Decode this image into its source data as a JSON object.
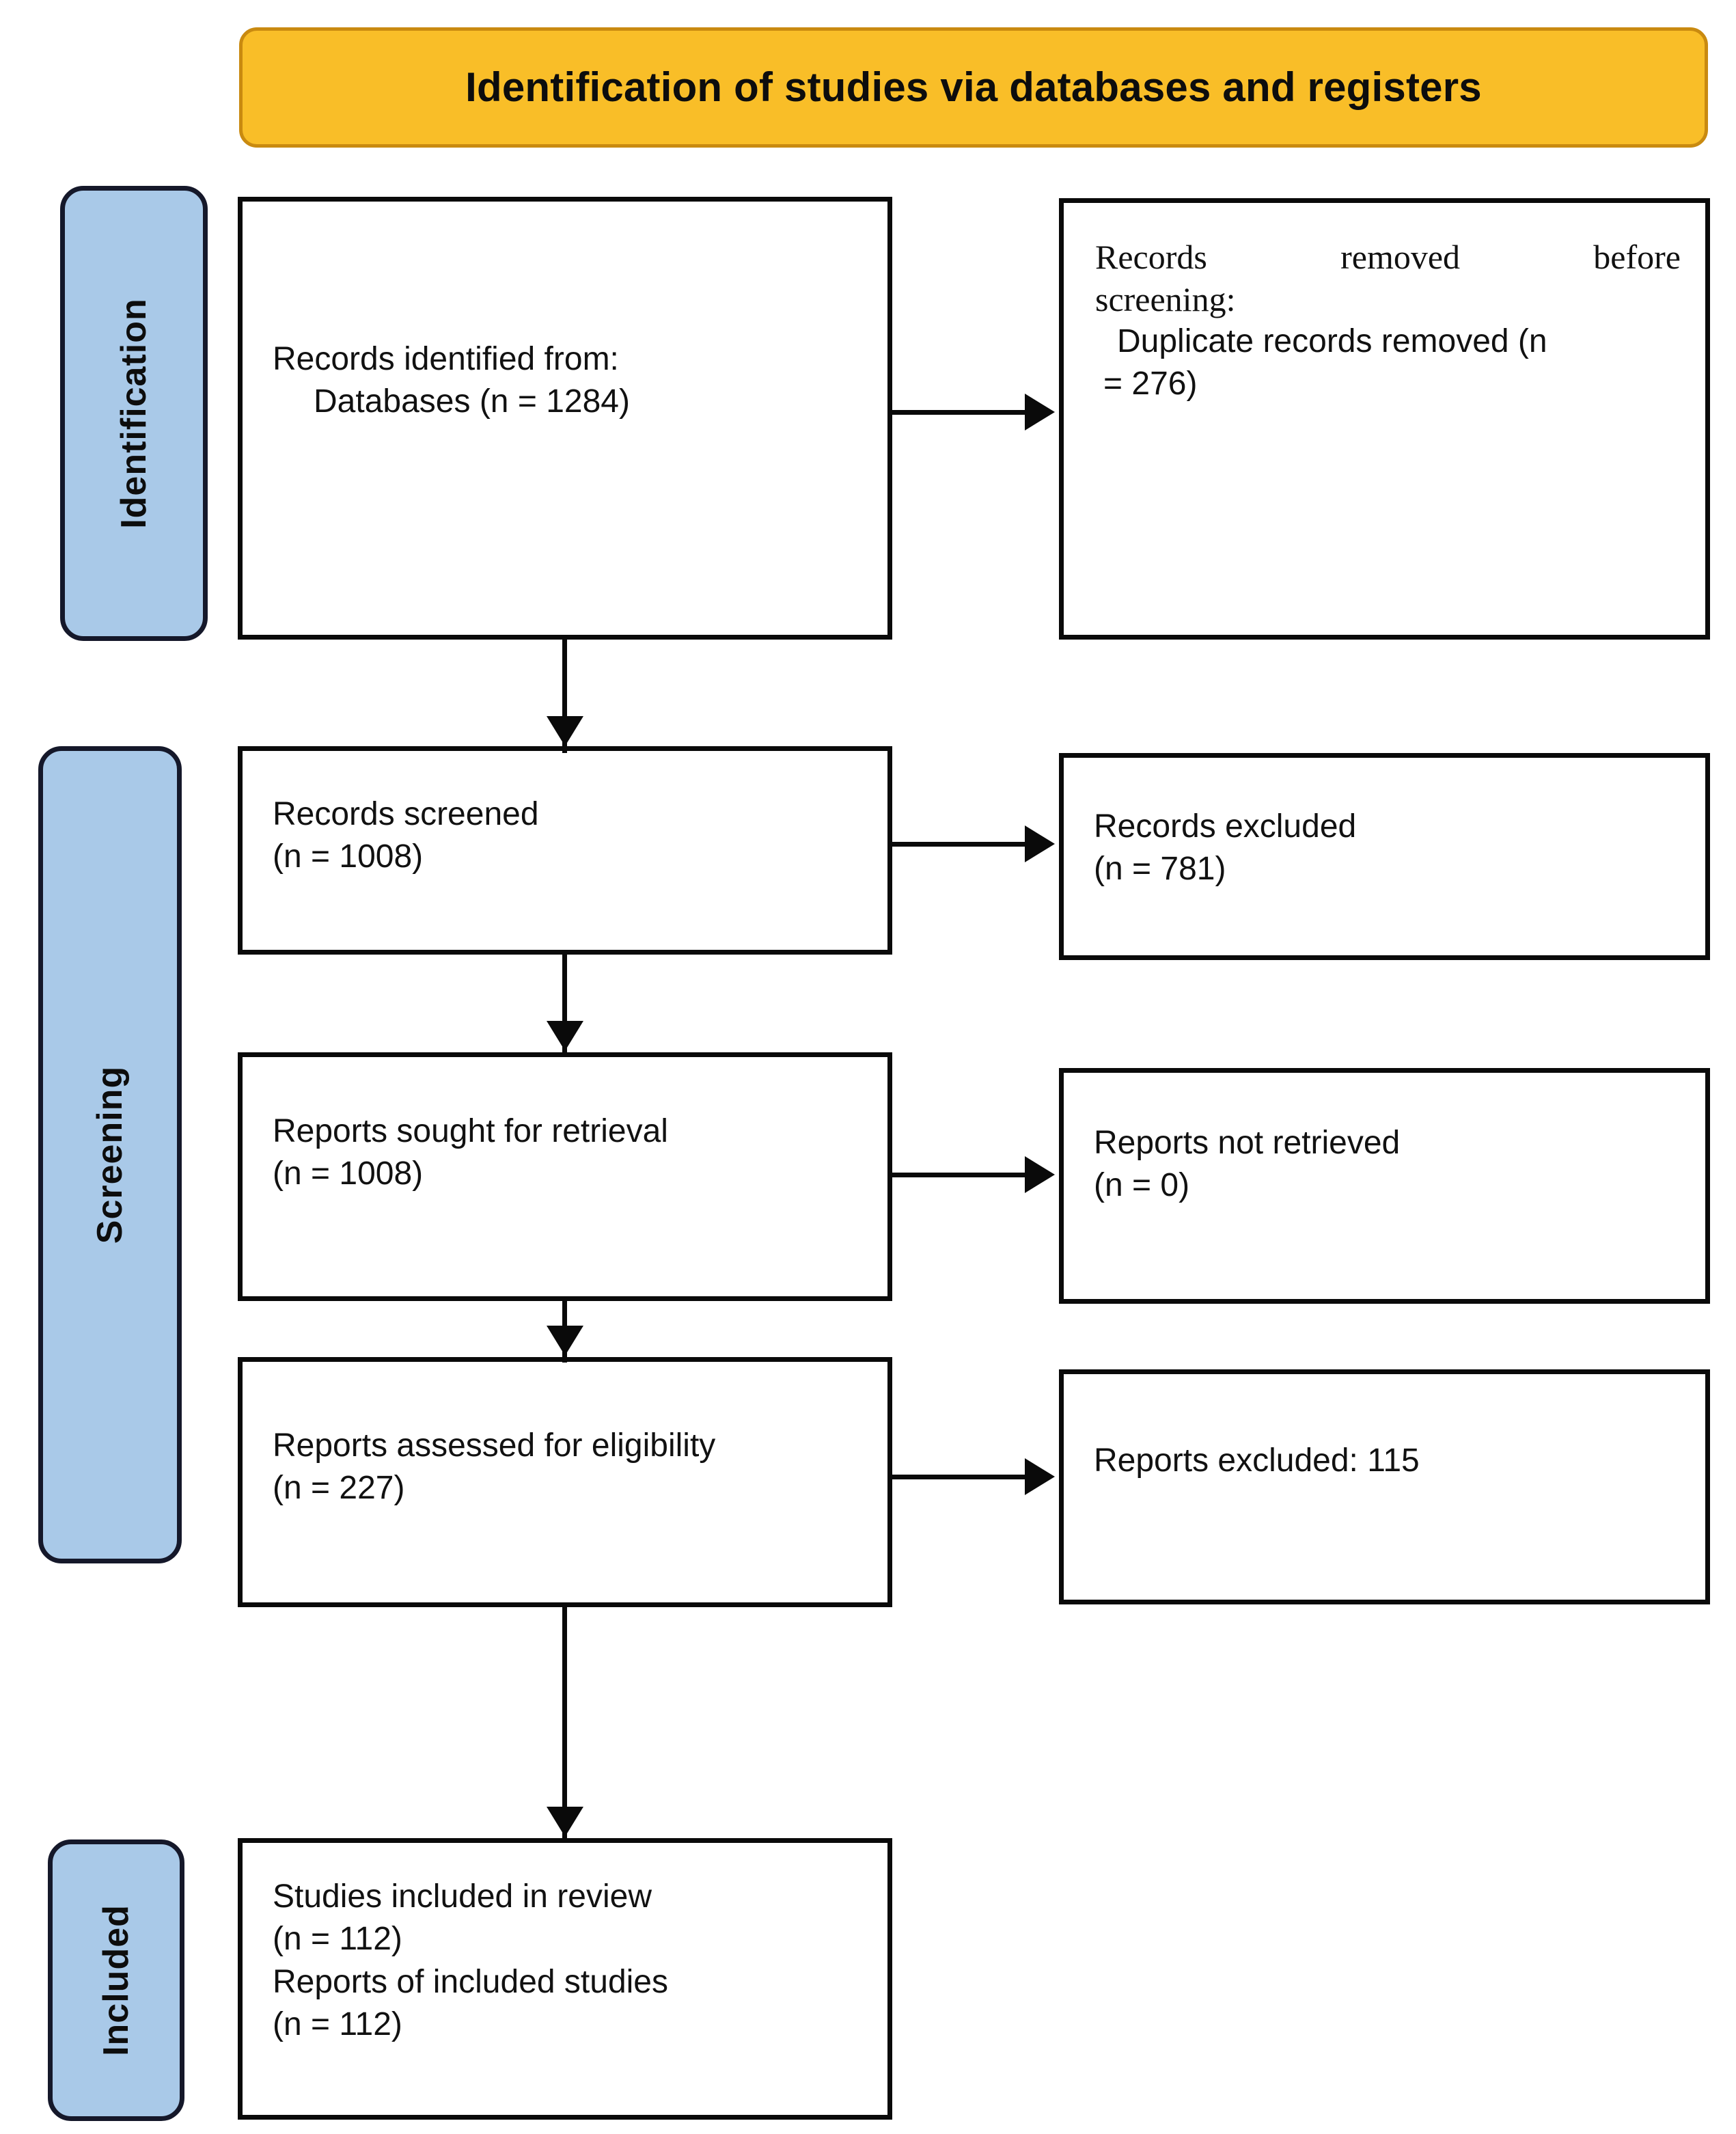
{
  "banner": {
    "title": "Identification of studies via databases and registers",
    "fill_color": "#F9BE28",
    "border_color": "#C98A10"
  },
  "stages": {
    "fill_color": "#A9C9E8",
    "border_color": "#15182a",
    "identification": "Identification",
    "screening": "Screening",
    "included": "Included"
  },
  "boxes": {
    "identified": {
      "line1": "Records identified from:",
      "line2": "Databases (n = 1284)"
    },
    "removed": {
      "line1": "Records removed before",
      "line2": "screening:",
      "line3": "Duplicate records removed (n",
      "line4": "= 276)"
    },
    "screened": {
      "line1": "Records screened",
      "line2": "(n = 1008)"
    },
    "excluded": {
      "line1": "Records excluded",
      "line2": "(n = 781)"
    },
    "sought": {
      "line1": "Reports sought for retrieval",
      "line2": "(n = 1008)"
    },
    "not_retrieved": {
      "line1": "Reports not retrieved",
      "line2": "(n = 0)"
    },
    "assessed": {
      "line1": "Reports assessed for eligibility",
      "line2": "(n = 227)"
    },
    "reports_excluded": {
      "line1": "Reports excluded: 115"
    },
    "included": {
      "line1": "Studies included in review",
      "line2": "(n = 112)",
      "line3": "Reports of included studies",
      "line4": "(n = 112)"
    }
  },
  "chart_data": {
    "type": "diagram",
    "title": "Identification of studies via databases and registers",
    "nodes": [
      {
        "id": "identified",
        "stage": "Identification",
        "label": "Records identified from: Databases",
        "n": 1284
      },
      {
        "id": "removed",
        "stage": "Identification",
        "label": "Records removed before screening: Duplicate records removed",
        "n": 276
      },
      {
        "id": "screened",
        "stage": "Screening",
        "label": "Records screened",
        "n": 1008
      },
      {
        "id": "excluded",
        "stage": "Screening",
        "label": "Records excluded",
        "n": 781
      },
      {
        "id": "sought",
        "stage": "Screening",
        "label": "Reports sought for retrieval",
        "n": 1008
      },
      {
        "id": "not_retrieved",
        "stage": "Screening",
        "label": "Reports not retrieved",
        "n": 0
      },
      {
        "id": "assessed",
        "stage": "Screening",
        "label": "Reports assessed for eligibility",
        "n": 227
      },
      {
        "id": "reports_excluded",
        "stage": "Screening",
        "label": "Reports excluded",
        "n": 115
      },
      {
        "id": "studies_included",
        "stage": "Included",
        "label": "Studies included in review",
        "n": 112
      },
      {
        "id": "reports_included",
        "stage": "Included",
        "label": "Reports of included studies",
        "n": 112
      }
    ],
    "edges": [
      {
        "from": "identified",
        "to": "removed",
        "direction": "right"
      },
      {
        "from": "identified",
        "to": "screened",
        "direction": "down"
      },
      {
        "from": "screened",
        "to": "excluded",
        "direction": "right"
      },
      {
        "from": "screened",
        "to": "sought",
        "direction": "down"
      },
      {
        "from": "sought",
        "to": "not_retrieved",
        "direction": "right"
      },
      {
        "from": "sought",
        "to": "assessed",
        "direction": "down"
      },
      {
        "from": "assessed",
        "to": "reports_excluded",
        "direction": "right"
      },
      {
        "from": "assessed",
        "to": "studies_included",
        "direction": "down"
      }
    ]
  }
}
